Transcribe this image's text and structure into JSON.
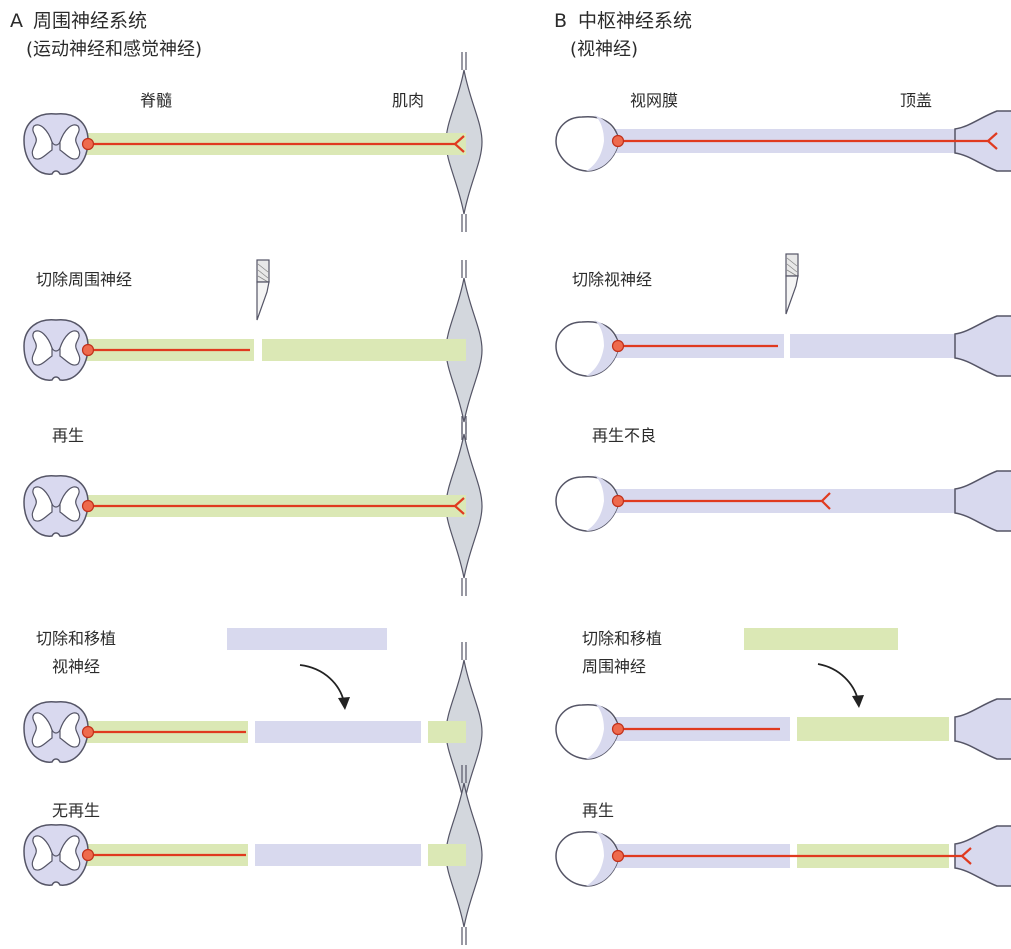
{
  "colors": {
    "green_nerve": "#dbe8b5",
    "optic_nerve": "#d8d9ee",
    "axon": "#e03a1f",
    "soma": "#ee6a4d",
    "spinal_cord": "#d9d9ef",
    "tissue_outline": "#555566",
    "muscle": "#d3d7dd"
  },
  "panel_a": {
    "letter": "A",
    "title": "周围神经系统",
    "subtitle": "(运动神经和感觉神经)",
    "row1": {
      "left_label": "脊髓",
      "right_label": "肌肉"
    },
    "row2": {
      "label": "切除周围神经"
    },
    "row3": {
      "label": "再生"
    },
    "row4": {
      "label_line1": "切除和移植",
      "label_line2": "视神经"
    },
    "row5": {
      "label": "无再生"
    }
  },
  "panel_b": {
    "letter": "B",
    "title": "中枢神经系统",
    "subtitle": "(视神经)",
    "row1": {
      "left_label": "视网膜",
      "right_label": "顶盖"
    },
    "row2": {
      "label": "切除视神经"
    },
    "row3": {
      "label": "再生不良"
    },
    "row4": {
      "label_line1": "切除和移植",
      "label_line2": "周围神经"
    },
    "row5": {
      "label": "再生"
    }
  },
  "icons": {
    "scalpel": "scalpel-icon",
    "arrow": "curved-arrow-icon"
  }
}
